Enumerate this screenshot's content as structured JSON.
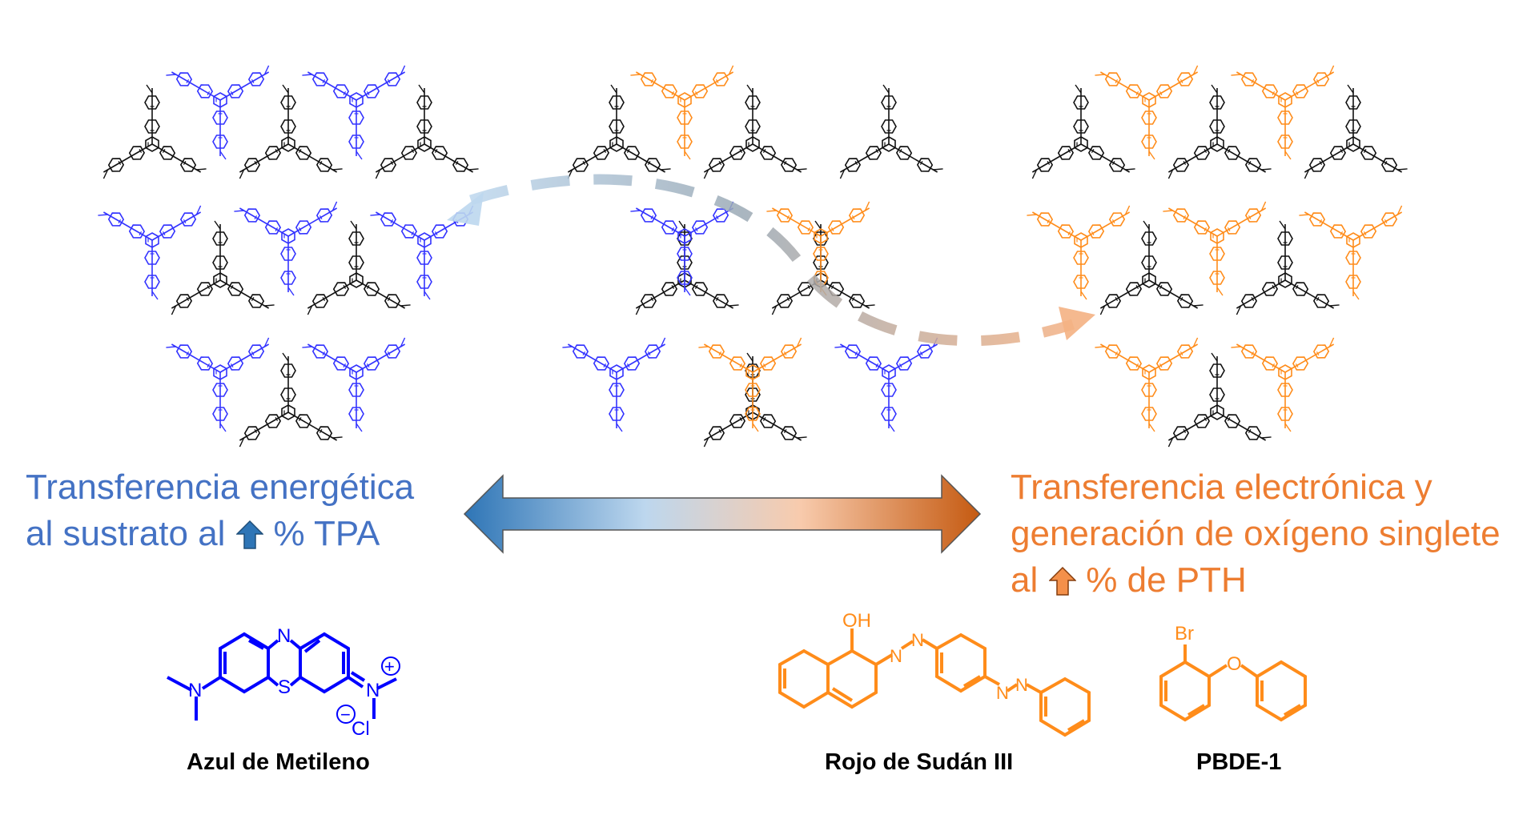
{
  "captions": {
    "left": {
      "line1": "Transferencia energética",
      "line2_prefix": "al sustrato al",
      "line2_suffix": "% TPA",
      "color": "#4472c4"
    },
    "right": {
      "line1": "Transferencia electrónica y",
      "line2": "generación de oxígeno singlete",
      "line3_prefix": "al",
      "line3_suffix": "% de PTH",
      "color": "#ed7d31"
    }
  },
  "molecules": {
    "methylene_blue": {
      "label": "Azul de Metileno",
      "atoms": {
        "n_ring": "N",
        "s_ring": "S",
        "n_left": "N",
        "n_right": "N",
        "plus": "+",
        "minus": "−",
        "cl": "Cl"
      }
    },
    "sudan_red": {
      "label": "Rojo de Sudán III",
      "atoms": {
        "oh": "OH",
        "n1": "N",
        "n2": "N",
        "n3": "N",
        "n4": "N"
      }
    },
    "pbde": {
      "label": "PBDE-1",
      "atoms": {
        "br": "Br",
        "o": "O"
      }
    }
  },
  "colors": {
    "tpa_blue": "#3333ff",
    "pth_orange": "#ff8c1a",
    "black_bonds": "#111111",
    "arrow_left": "#2e75b6",
    "arrow_mid": "#f8cbad",
    "arrow_right": "#c55a11"
  },
  "icons": [
    "up-arrow-icon-blue",
    "up-arrow-icon-orange",
    "double-arrow-icon",
    "curved-dashed-arrow-icon"
  ]
}
